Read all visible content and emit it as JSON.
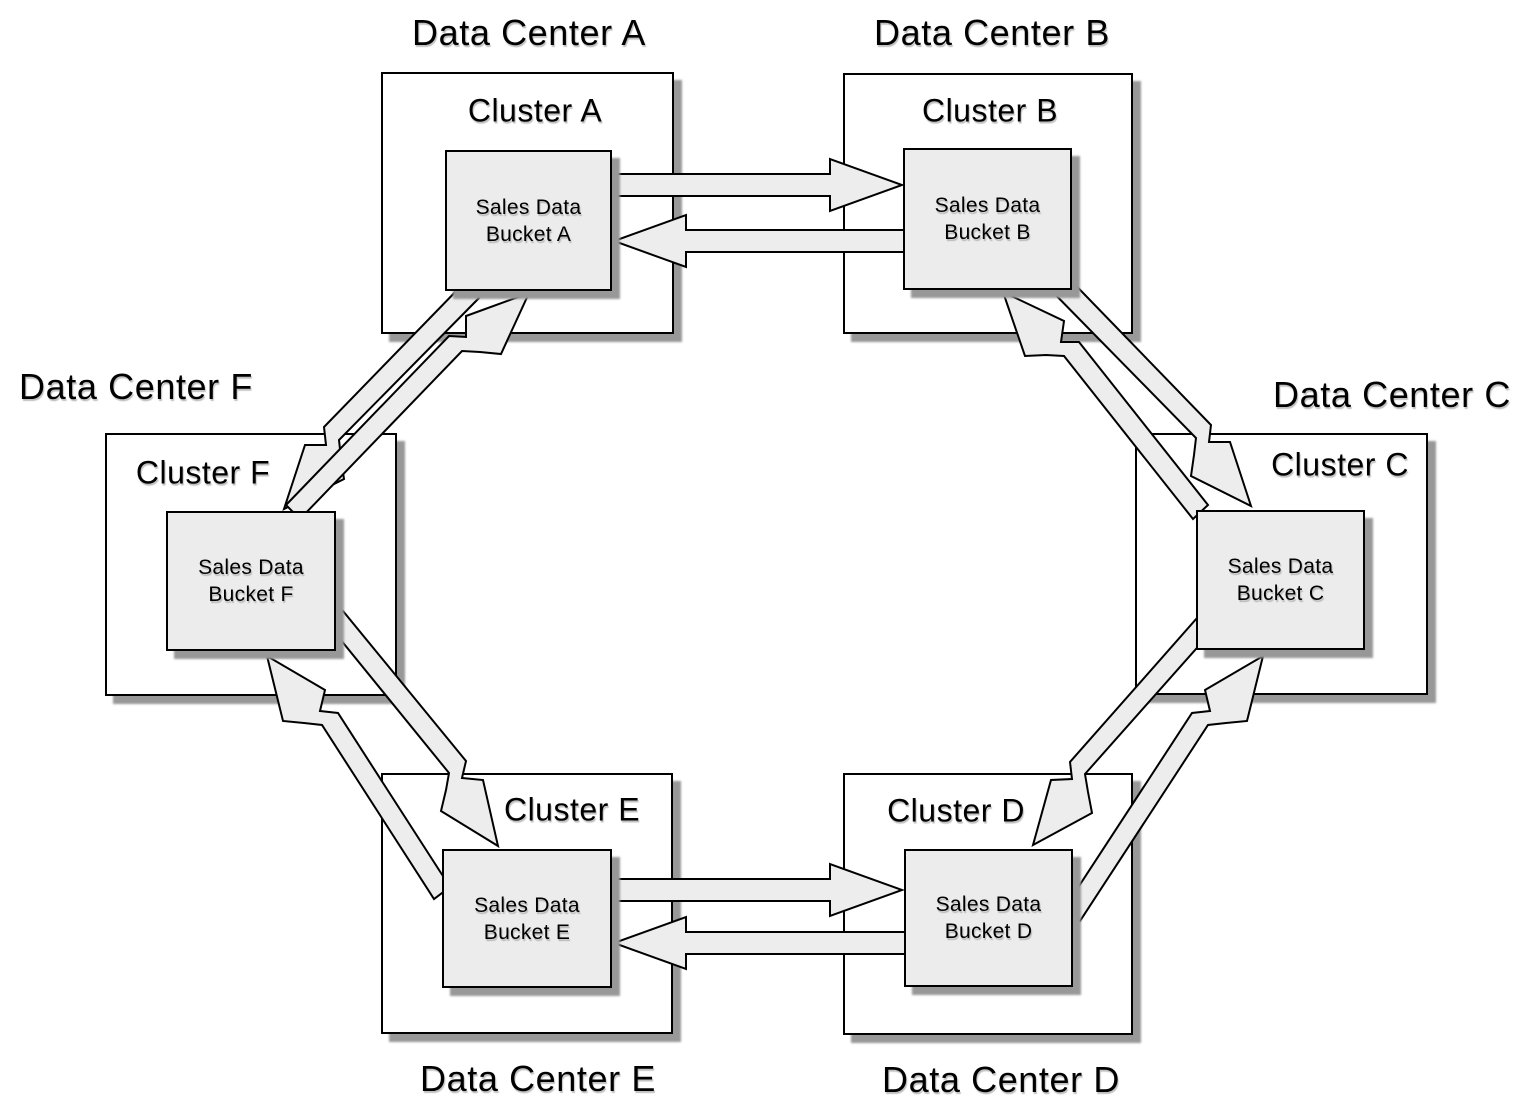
{
  "style": {
    "bucket_fill": "#ececec",
    "arrow_fill": "#ededed",
    "border_color": "#000000",
    "shadow_color": "#989898",
    "background": "#ffffff"
  },
  "nodes": {
    "a": {
      "title": "Data Center A",
      "cluster": "Cluster A",
      "bucket": [
        "Sales Data",
        "Bucket A"
      ]
    },
    "b": {
      "title": "Data Center B",
      "cluster": "Cluster B",
      "bucket": [
        "Sales Data",
        "Bucket B"
      ]
    },
    "c": {
      "title": "Data Center C",
      "cluster": "Cluster C",
      "bucket": [
        "Sales Data",
        "Bucket C"
      ]
    },
    "d": {
      "title": "Data Center D",
      "cluster": "Cluster D",
      "bucket": [
        "Sales Data",
        "Bucket D"
      ]
    },
    "e": {
      "title": "Data Center E",
      "cluster": "Cluster E",
      "bucket": [
        "Sales Data",
        "Bucket E"
      ]
    },
    "f": {
      "title": "Data Center F",
      "cluster": "Cluster F",
      "bucket": [
        "Sales Data",
        "Bucket F"
      ]
    }
  },
  "connections": [
    {
      "from": "Sales Data Bucket A",
      "to": "Sales Data Bucket B"
    },
    {
      "from": "Sales Data Bucket B",
      "to": "Sales Data Bucket A"
    },
    {
      "from": "Sales Data Bucket B",
      "to": "Sales Data Bucket C"
    },
    {
      "from": "Sales Data Bucket C",
      "to": "Sales Data Bucket B"
    },
    {
      "from": "Sales Data Bucket C",
      "to": "Sales Data Bucket D"
    },
    {
      "from": "Sales Data Bucket D",
      "to": "Sales Data Bucket C"
    },
    {
      "from": "Sales Data Bucket D",
      "to": "Sales Data Bucket E"
    },
    {
      "from": "Sales Data Bucket E",
      "to": "Sales Data Bucket D"
    },
    {
      "from": "Sales Data Bucket E",
      "to": "Sales Data Bucket F"
    },
    {
      "from": "Sales Data Bucket F",
      "to": "Sales Data Bucket E"
    },
    {
      "from": "Sales Data Bucket F",
      "to": "Sales Data Bucket A"
    },
    {
      "from": "Sales Data Bucket A",
      "to": "Sales Data Bucket F"
    }
  ]
}
